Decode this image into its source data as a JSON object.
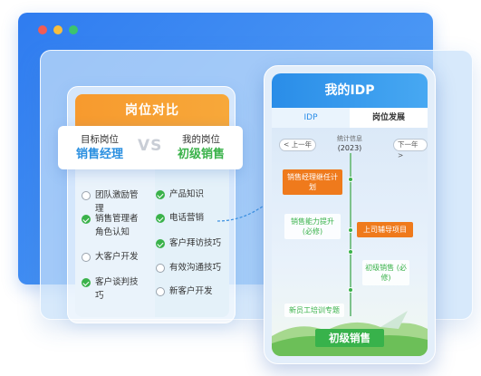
{
  "comparison": {
    "title": "岗位对比",
    "target_label": "目标岗位",
    "target_value": "销售经理",
    "vs": "VS",
    "current_label": "我的岗位",
    "current_value": "初级销售",
    "left_skills": [
      {
        "label": "团队激励管理",
        "checked": false
      },
      {
        "label": "销售管理者角色认知",
        "checked": true
      },
      {
        "label": "大客户开发",
        "checked": false
      },
      {
        "label": "客户谈判技巧",
        "checked": true
      }
    ],
    "right_skills": [
      {
        "label": "产品知识",
        "checked": true
      },
      {
        "label": "电话营销",
        "checked": true
      },
      {
        "label": "客户拜访技巧",
        "checked": true
      },
      {
        "label": "有效沟通技巧",
        "checked": false
      },
      {
        "label": "新客户开发",
        "checked": false
      }
    ]
  },
  "phone": {
    "title": "我的IDP",
    "tabs": [
      "IDP",
      "岗位发展"
    ],
    "prev_year": "< 上一年",
    "next_year": "下一年 >",
    "stats_label": "统计信息",
    "stats_value": "(2023)",
    "milestones": {
      "m1": "销售经理继任计划",
      "m2": "销售能力提升 (必修)",
      "m3": "上司辅导项目",
      "m4": "初级销售 (必修)",
      "m5": "新员工培训专题"
    },
    "final_position": "初级销售"
  },
  "colors": {
    "brand_blue": "#2a8de8",
    "accent_orange": "#ef7a1c",
    "accent_green": "#3ab24a"
  }
}
